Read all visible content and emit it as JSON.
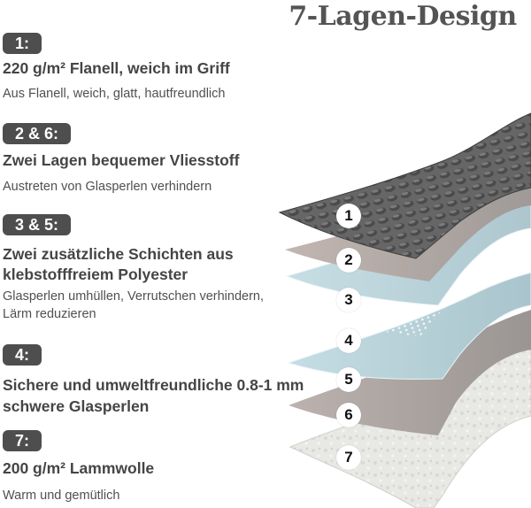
{
  "title": "7-Lagen-Design",
  "sections": [
    {
      "badge": "1:",
      "heading": "220 g/m² Flanell, weich im Griff",
      "heading2": "",
      "desc": "Aus Flanell, weich, glatt, hautfreundlich",
      "desc2": ""
    },
    {
      "badge": "2 & 6:",
      "heading": "Zwei Lagen bequemer Vliesstoff",
      "heading2": "",
      "desc": "Austreten von Glasperlen verhindern",
      "desc2": ""
    },
    {
      "badge": "3 & 5:",
      "heading": "Zwei zusätzliche Schichten aus",
      "heading2": "klebstofffreiem Polyester",
      "desc": "Glasperlen umhüllen, Verrutschen verhindern,",
      "desc2": "Lärm reduzieren"
    },
    {
      "badge": "4:",
      "heading": "Sichere und umweltfreundliche 0.8-1 mm",
      "heading2": "schwere Glasperlen",
      "desc": "",
      "desc2": ""
    },
    {
      "badge": "7:",
      "heading": "200 g/m² Lammwolle",
      "heading2": "",
      "desc": "Warm und gemütlich",
      "desc2": ""
    }
  ],
  "layer_labels": [
    "1",
    "2",
    "3",
    "4",
    "5",
    "6",
    "7"
  ],
  "colors": {
    "badge_bg": "#4e4e4e",
    "flannel": "#5e5e5e",
    "fleece": "#b9b0ab",
    "polyester": "#bcd5dd",
    "wool": "#e6e6e3"
  }
}
